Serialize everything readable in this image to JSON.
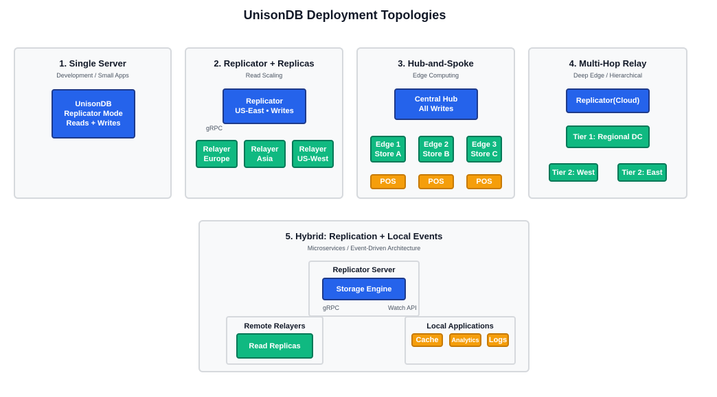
{
  "title": "UnisonDB Deployment Topologies",
  "colors": {
    "primary": "#2563eb",
    "relayer": "#10b981",
    "consumer": "#f59e0b",
    "panel_bg": "#f8f9fa",
    "panel_border": "#d6d9dd"
  },
  "panels": {
    "single": {
      "title": "1. Single Server",
      "subtitle": "Development / Small Apps",
      "node": {
        "line1": "UnisonDB",
        "line2": "Replicator Mode",
        "line3": "Reads + Writes"
      }
    },
    "replicas": {
      "title": "2. Replicator + Replicas",
      "subtitle": "Read Scaling",
      "replicator": {
        "line1": "Replicator",
        "line2": "US-East • Writes"
      },
      "link_label": "gRPC",
      "relayers": [
        {
          "line1": "Relayer",
          "line2": "Europe"
        },
        {
          "line1": "Relayer",
          "line2": "Asia"
        },
        {
          "line1": "Relayer",
          "line2": "US-West"
        }
      ]
    },
    "hub": {
      "title": "3. Hub-and-Spoke",
      "subtitle": "Edge Computing",
      "hub": {
        "line1": "Central Hub",
        "line2": "All Writes"
      },
      "edges": [
        {
          "line1": "Edge 1",
          "line2": "Store A"
        },
        {
          "line1": "Edge 2",
          "line2": "Store B"
        },
        {
          "line1": "Edge 3",
          "line2": "Store C"
        }
      ],
      "pos": [
        "POS",
        "POS",
        "POS"
      ]
    },
    "multihop": {
      "title": "4. Multi-Hop Relay",
      "subtitle": "Deep Edge / Hierarchical",
      "root": "Replicator(Cloud)",
      "tier1": "Tier 1: Regional DC",
      "tier2": [
        "Tier 2: West",
        "Tier 2: East"
      ]
    },
    "hybrid": {
      "title": "5. Hybrid: Replication + Local Events",
      "subtitle": "Microservices / Event-Driven Architecture",
      "server_title": "Replicator Server",
      "engine": "Storage Engine",
      "grpc_label": "gRPC",
      "watch_label": "Watch API",
      "remote_title": "Remote Relayers",
      "remote_node": "Read Replicas",
      "local_title": "Local Applications",
      "local_apps": [
        "Cache",
        "Analytics",
        "Logs"
      ]
    }
  }
}
